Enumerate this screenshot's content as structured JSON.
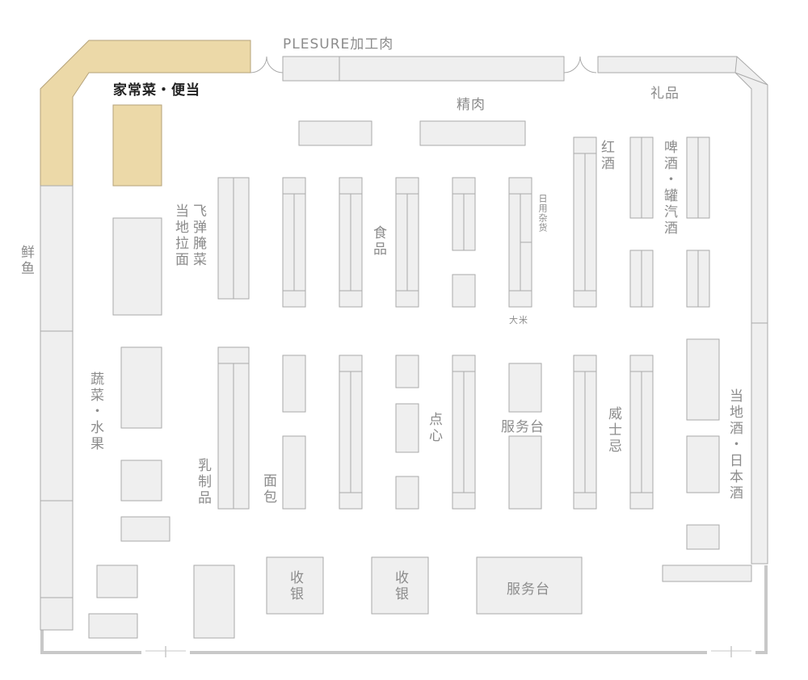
{
  "colors": {
    "wall": "#c8c8c8",
    "shelf_fill": "#efefef",
    "shelf_stroke": "#aaaaaa",
    "highlight_fill": "#ecd9a8",
    "highlight_stroke": "#b5a27a",
    "label": "#8c8c8c",
    "label_active": "#222222"
  },
  "labels": {
    "plesure_meat": "PLESURE加工肉",
    "deli": "家常菜・便当",
    "fine_meat": "精肉",
    "gift": "礼品",
    "fresh_fish": "鲜鱼",
    "local_noodle": "当地拉面",
    "pickles": "飞弹腌菜",
    "food": "食品",
    "daily_goods": "日用杂货",
    "rice": "大米",
    "red_wine": "红酒",
    "beer_soda": "啤酒・罐汽酒",
    "vegetable_fruit": "蔬菜・水果",
    "dairy": "乳制品",
    "bread": "面包",
    "dessert": "点心",
    "service_desk_mid": "服务台",
    "whisky": "威士忌",
    "local_sake": "当地酒・日本酒",
    "checkout_1": "收银",
    "checkout_2": "收银",
    "service_desk_bottom": "服务台"
  }
}
